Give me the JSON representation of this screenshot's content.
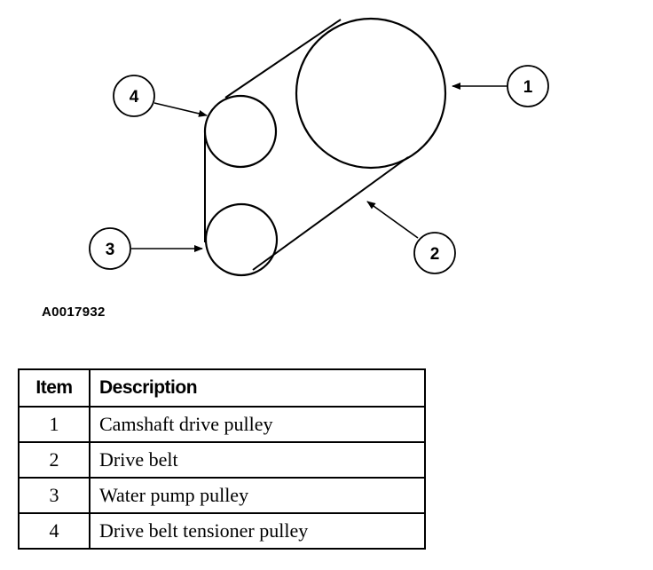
{
  "diagram": {
    "callouts": [
      {
        "number": "1"
      },
      {
        "number": "2"
      },
      {
        "number": "3"
      },
      {
        "number": "4"
      }
    ],
    "figure_code": "A0017932"
  },
  "legend_table": {
    "headers": {
      "item": "Item",
      "description": "Description"
    },
    "rows": [
      {
        "item": "1",
        "description": "Camshaft drive pulley"
      },
      {
        "item": "2",
        "description": "Drive belt"
      },
      {
        "item": "3",
        "description": "Water pump pulley"
      },
      {
        "item": "4",
        "description": "Drive belt tensioner pulley"
      }
    ]
  },
  "colors": {
    "ink": "#000000",
    "background": "#ffffff"
  }
}
